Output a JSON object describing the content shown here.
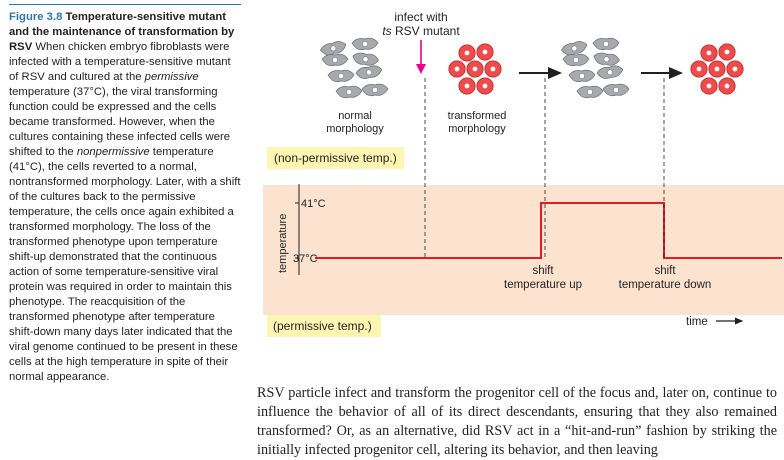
{
  "caption": {
    "figure_number": "Figure 3.8",
    "title": "Temperature-sensitive mutant and the maintenance of transformation by RSV",
    "t1": " When chicken embryo fibroblasts were infected with a temperature-sensitive mutant of RSV and cultured at the ",
    "em1": "permissive",
    "t2": " temperature (37°C), the viral transforming function could be expressed and the cells became transformed. However, when the cultures containing these infected cells were shifted to the ",
    "em2": "nonpermissive",
    "t3": " temperature (41°C), the cells reverted to a normal, nontransformed morphology. Later, with a shift of the cultures back to the permissive temperature, the cells once again exhibited a transformed morphology. The loss of the transformed phenotype upon temperature shift-up demonstrated that the continuous action of some temperature-sensitive viral protein was required in order to maintain this phenotype. The reacquisition of the transformed phenotype after temperature shift-down many days later indicated that the viral genome continued to be present in these cells at the high temperature in spite of their normal appearance."
  },
  "figure": {
    "infect_line1": "infect with",
    "infect_line2_italic": "ts",
    "infect_line2_rest": " RSV mutant",
    "normal_line1": "normal",
    "normal_line2": "morphology",
    "transformed_line1": "transformed",
    "transformed_line2": "morphology",
    "nonpermissive_label": "(non-permissive temp.)",
    "permissive_label": "(permissive temp.)",
    "y_axis_label": "temperature",
    "tick_41": "41°C",
    "tick_37": "37°C",
    "shift_up_line1": "shift",
    "shift_up_line2": "temperature up",
    "shift_down_line1": "shift",
    "shift_down_line2": "temperature down",
    "time_label": "time"
  },
  "colors": {
    "caption_blue": "#2a7ab0",
    "band_peach": "#fce3cf",
    "label_yellow": "#fdf6b2",
    "trace_red": "#e31b23",
    "arrow_magenta": "#ec008c",
    "normal_cell": "#a7a9ac",
    "transformed_cell": "#ee4b4b"
  },
  "body_text": "RSV particle infect and transform the progenitor cell of the focus and, later on, continue to influence the behavior of all of its direct descendants, ensuring that they also remained transformed? Or, as an alternative, did RSV act in a “hit-and-run” fashion by striking the initially infected progenitor cell, altering its behavior, and then leaving"
}
